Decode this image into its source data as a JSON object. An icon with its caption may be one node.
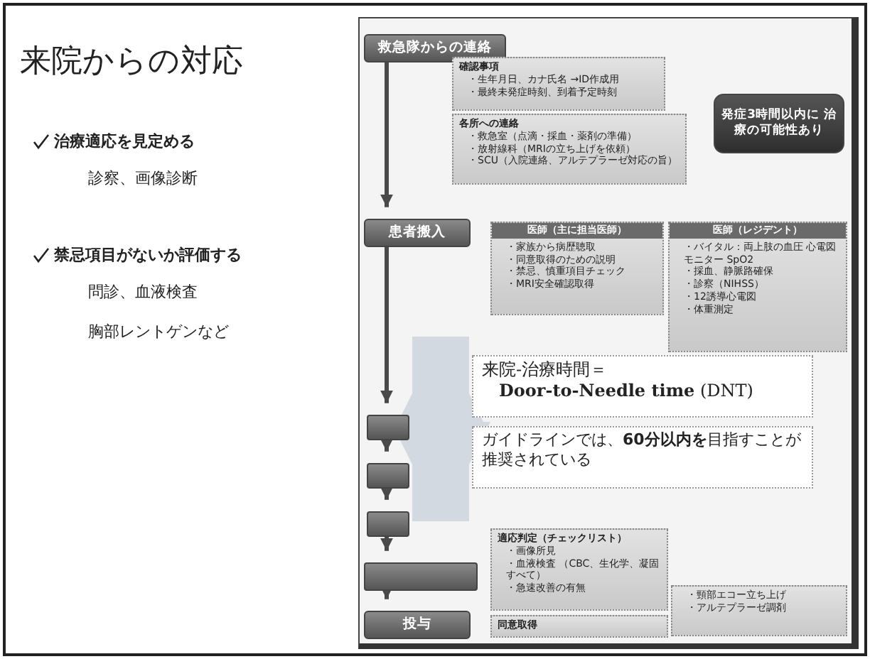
{
  "diagram": {
    "title": "来院からの対応",
    "nodes": [
      {
        "text": [
          "救急隊からの連絡"
        ]
      },
      {
        "text": [
          "確認事項",
          "・生年月日、カナ氏名 →ID作成用",
          "・最終未発症時刻、到着予定時刻"
        ]
      },
      {
        "text": [
          "各所への連絡",
          "・救急室（点滴・採血・薬剤の準備）",
          "・放射線科（MRIの立ち上げを依頼）",
          "・SCU（入院連絡、アルテプラーゼ対応の旨）"
        ]
      },
      {
        "text": [
          "発症3時間以内に 治療の可能性あり"
        ]
      },
      {
        "text": [
          "患者搬入"
        ]
      },
      {
        "text": [
          "医師（主に担当医師）",
          "・家族から病歴聴取",
          "・同意取得のための説明",
          "・禁忌、慎重項目チェック",
          "・MRI安全確認取得"
        ]
      },
      {
        "text": [
          "医師（レジデント）",
          "・バイタル：両上肢の血圧 心電図モニター SpO2",
          "・採血、静脈路確保",
          "・診察（NIHSS）",
          "・12誘導心電図",
          "・体重測定"
        ]
      },
      {
        "text": [],
        "shape": "box"
      },
      {
        "text": [],
        "shape": "box"
      },
      {
        "text": [],
        "shape": "box"
      },
      {
        "text": [],
        "shape": "box"
      },
      {
        "text": [
          "投与"
        ]
      },
      {
        "text": [
          "適応判定（チェックリスト）",
          "・画像所見",
          "・血液検査 （CBC、生化学、凝固すべて）",
          "・急速改善の有無"
        ]
      },
      {
        "text": [
          "同意取得"
        ]
      },
      {
        "text": [
          "・頸部エコー立ち上げ",
          "・アルテプラーゼ調剤"
        ]
      },
      {
        "text": [
          "来院-治療時間＝",
          "**Door-to-Needle time** (DNT)"
        ]
      },
      {
        "text": [
          "ガイドラインでは、**60分以内を**目指すことが推奨されている"
        ]
      }
    ],
    "edges": [
      {
        "from": 0,
        "to": 4,
        "arrow": "to"
      },
      {
        "from": 4,
        "to": 7,
        "arrow": "to"
      },
      {
        "from": 7,
        "to": 8,
        "arrow": "to"
      },
      {
        "from": 8,
        "to": 9,
        "arrow": "to"
      },
      {
        "from": 9,
        "to": 10,
        "arrow": "to"
      },
      {
        "from": 10,
        "to": 11,
        "arrow": "to"
      },
      {
        "from": 4,
        "to": 11,
        "arrow": "both",
        "style": "thick",
        "color": "#d3d9e0"
      }
    ],
    "labels": [
      "治療適応を見定める",
      "診察、画像診断",
      "禁忌項目がないか評価する",
      "問診、血液検査",
      "胸部レントゲンなど"
    ]
  }
}
